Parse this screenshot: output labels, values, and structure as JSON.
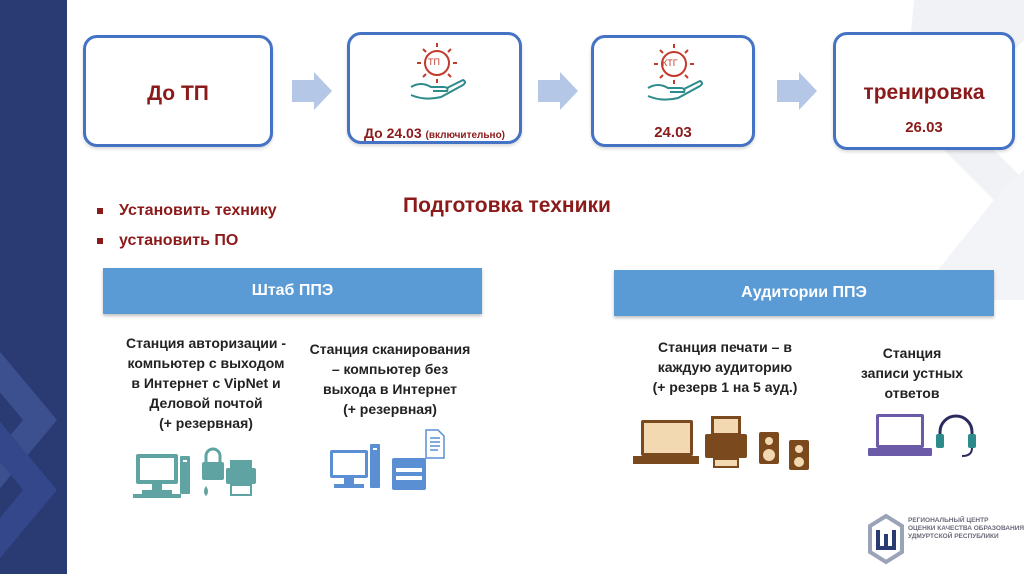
{
  "steps": [
    {
      "title": "До ТП",
      "date": ""
    },
    {
      "badge": "ТП",
      "date": "До 24.03",
      "date_note": "(включительно)"
    },
    {
      "badge": "КТГ",
      "date": "24.03"
    },
    {
      "title": "тренировка",
      "date": "26.03"
    }
  ],
  "bullets": [
    "Установить технику",
    "установить ПО"
  ],
  "heading": "Подготовка техники",
  "sections": {
    "hq": {
      "label": "Штаб ППЭ",
      "items": [
        {
          "text": "Станция авторизации -\nкомпьютер с выходом\nв Интернет с VipNet и\nДеловой почтой\n(+ резервная)"
        },
        {
          "text": "Станция сканирования\n– компьютер без\nвыхода в Интернет\n(+ резервная)"
        }
      ]
    },
    "rooms": {
      "label": "Аудитории ППЭ",
      "items": [
        {
          "text": "Станция печати – в\nкаждую аудиторию\n(+ резерв 1 на 5 ауд.)"
        },
        {
          "text": "Станция\nзаписи устных\nответов"
        }
      ]
    }
  },
  "logo": {
    "text": "РЕГИОНАЛЬНЫЙ ЦЕНТР\nОЦЕНКИ КАЧЕСТВА ОБРАЗОВАНИЯ\nУДМУРТСКОЙ РЕСПУБЛИКИ"
  },
  "colors": {
    "accent_blue": "#4472c4",
    "dark_red": "#8b1a1a",
    "section_blue": "#5b9bd5",
    "sidebar_navy": "#2a3a73",
    "icon_teal": "#2e8b8b",
    "icon_brown": "#7a4a1e"
  }
}
